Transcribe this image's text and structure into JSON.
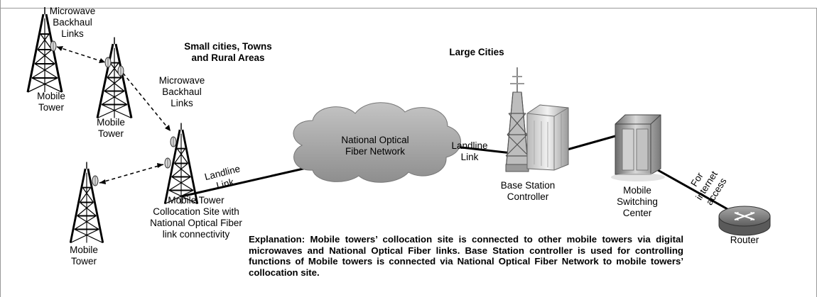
{
  "labels": {
    "mw_links_1": "Microwave\nBackhaul\nLinks",
    "mw_links_2": "Microwave\nBackhaul\nLinks",
    "small_areas": "Small cities, Towns\nand Rural Areas",
    "large_cities": "Large Cities",
    "mobile_tower_1": "Mobile\nTower",
    "mobile_tower_2": "Mobile\nTower",
    "mobile_tower_3": "Mobile\nTower",
    "collocation_site": "Mobile Tower\nCollocation Site with\nNational Optical Fiber\nlink connectivity",
    "landline_link_1": "Landline\nLink",
    "landline_link_2": "Landline\nLink",
    "cloud": "National Optical\nFiber Network",
    "bsc": "Base Station\nController",
    "msc": "Mobile\nSwitching\nCenter",
    "internet": "For\ninternet\naccess",
    "router": "Router"
  },
  "explanation": "Explanation:  Mobile towers’ collocation site is connected to other mobile towers via digital microwaves and National Optical Fiber links. Base Station controller is used for controlling functions of Mobile towers is connected via National Optical Fiber Network to mobile towers’ collocation site."
}
